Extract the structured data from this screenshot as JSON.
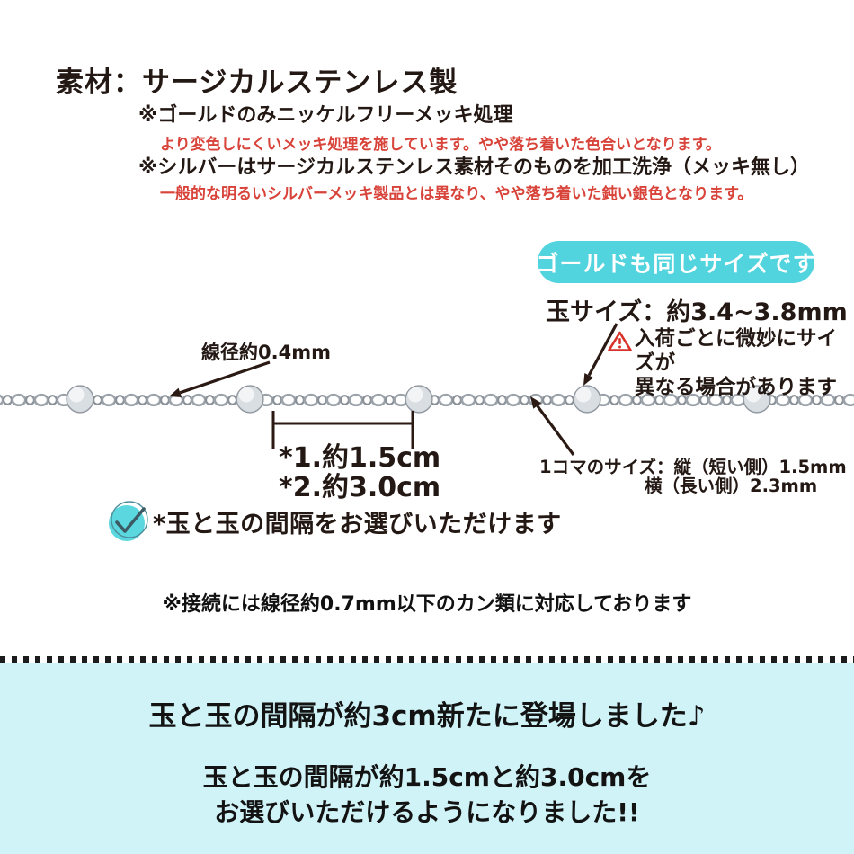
{
  "material": {
    "title": "素材：サージカルステンレス製",
    "note_gold": "※ゴールドのみニッケルフリーメッキ処理",
    "note_gold_detail": "より変色しにくいメッキ処理を施しています。やや落ち着いた色合いとなります。",
    "note_silver": "※シルバーはサージカルステンレス素材そのものを加工洗浄（メッキ無し）",
    "note_silver_detail": "一般的な明るいシルバーメッキ製品とは異なり、やや落ち着いた鈍い銀色となります。"
  },
  "size_info": {
    "badge_label": "ゴールドも同じサイズです",
    "bead_size": "玉サイズ：約3.4~3.8mm",
    "caution": "入荷ごとに微妙にサイズが\n異なる場合があります",
    "wire_diameter": "線径約0.4mm",
    "interval_option1": "*1.約1.5cm",
    "interval_option2": "*2.約3.0cm",
    "link_size_line1": "1コマのサイズ：縦（短い側）1.5mm",
    "link_size_line2": "横（長い側）2.3mm",
    "choose_note": "*玉と玉の間隔をお選びいただけます",
    "connect_note": "※接続には線径約0.7mm以下のカン類に対応しております"
  },
  "announcement": {
    "headline": "玉と玉の間隔が約3cm新たに登場しました♪",
    "detail_line1": "玉と玉の間隔が約1.5cmと約3.0cmを",
    "detail_line2": "お選びいただけるようになりました!!"
  },
  "icons": {
    "warning_triangle": "warning-triangle-icon",
    "check_circle": "check-circle-icon"
  },
  "colors": {
    "accent_cyan": "#52d4de",
    "light_blue_bg": "#d0f3f8",
    "alert_red": "#d8433a",
    "text_dark": "#231813",
    "chain_silver": "#9ba2aa"
  }
}
